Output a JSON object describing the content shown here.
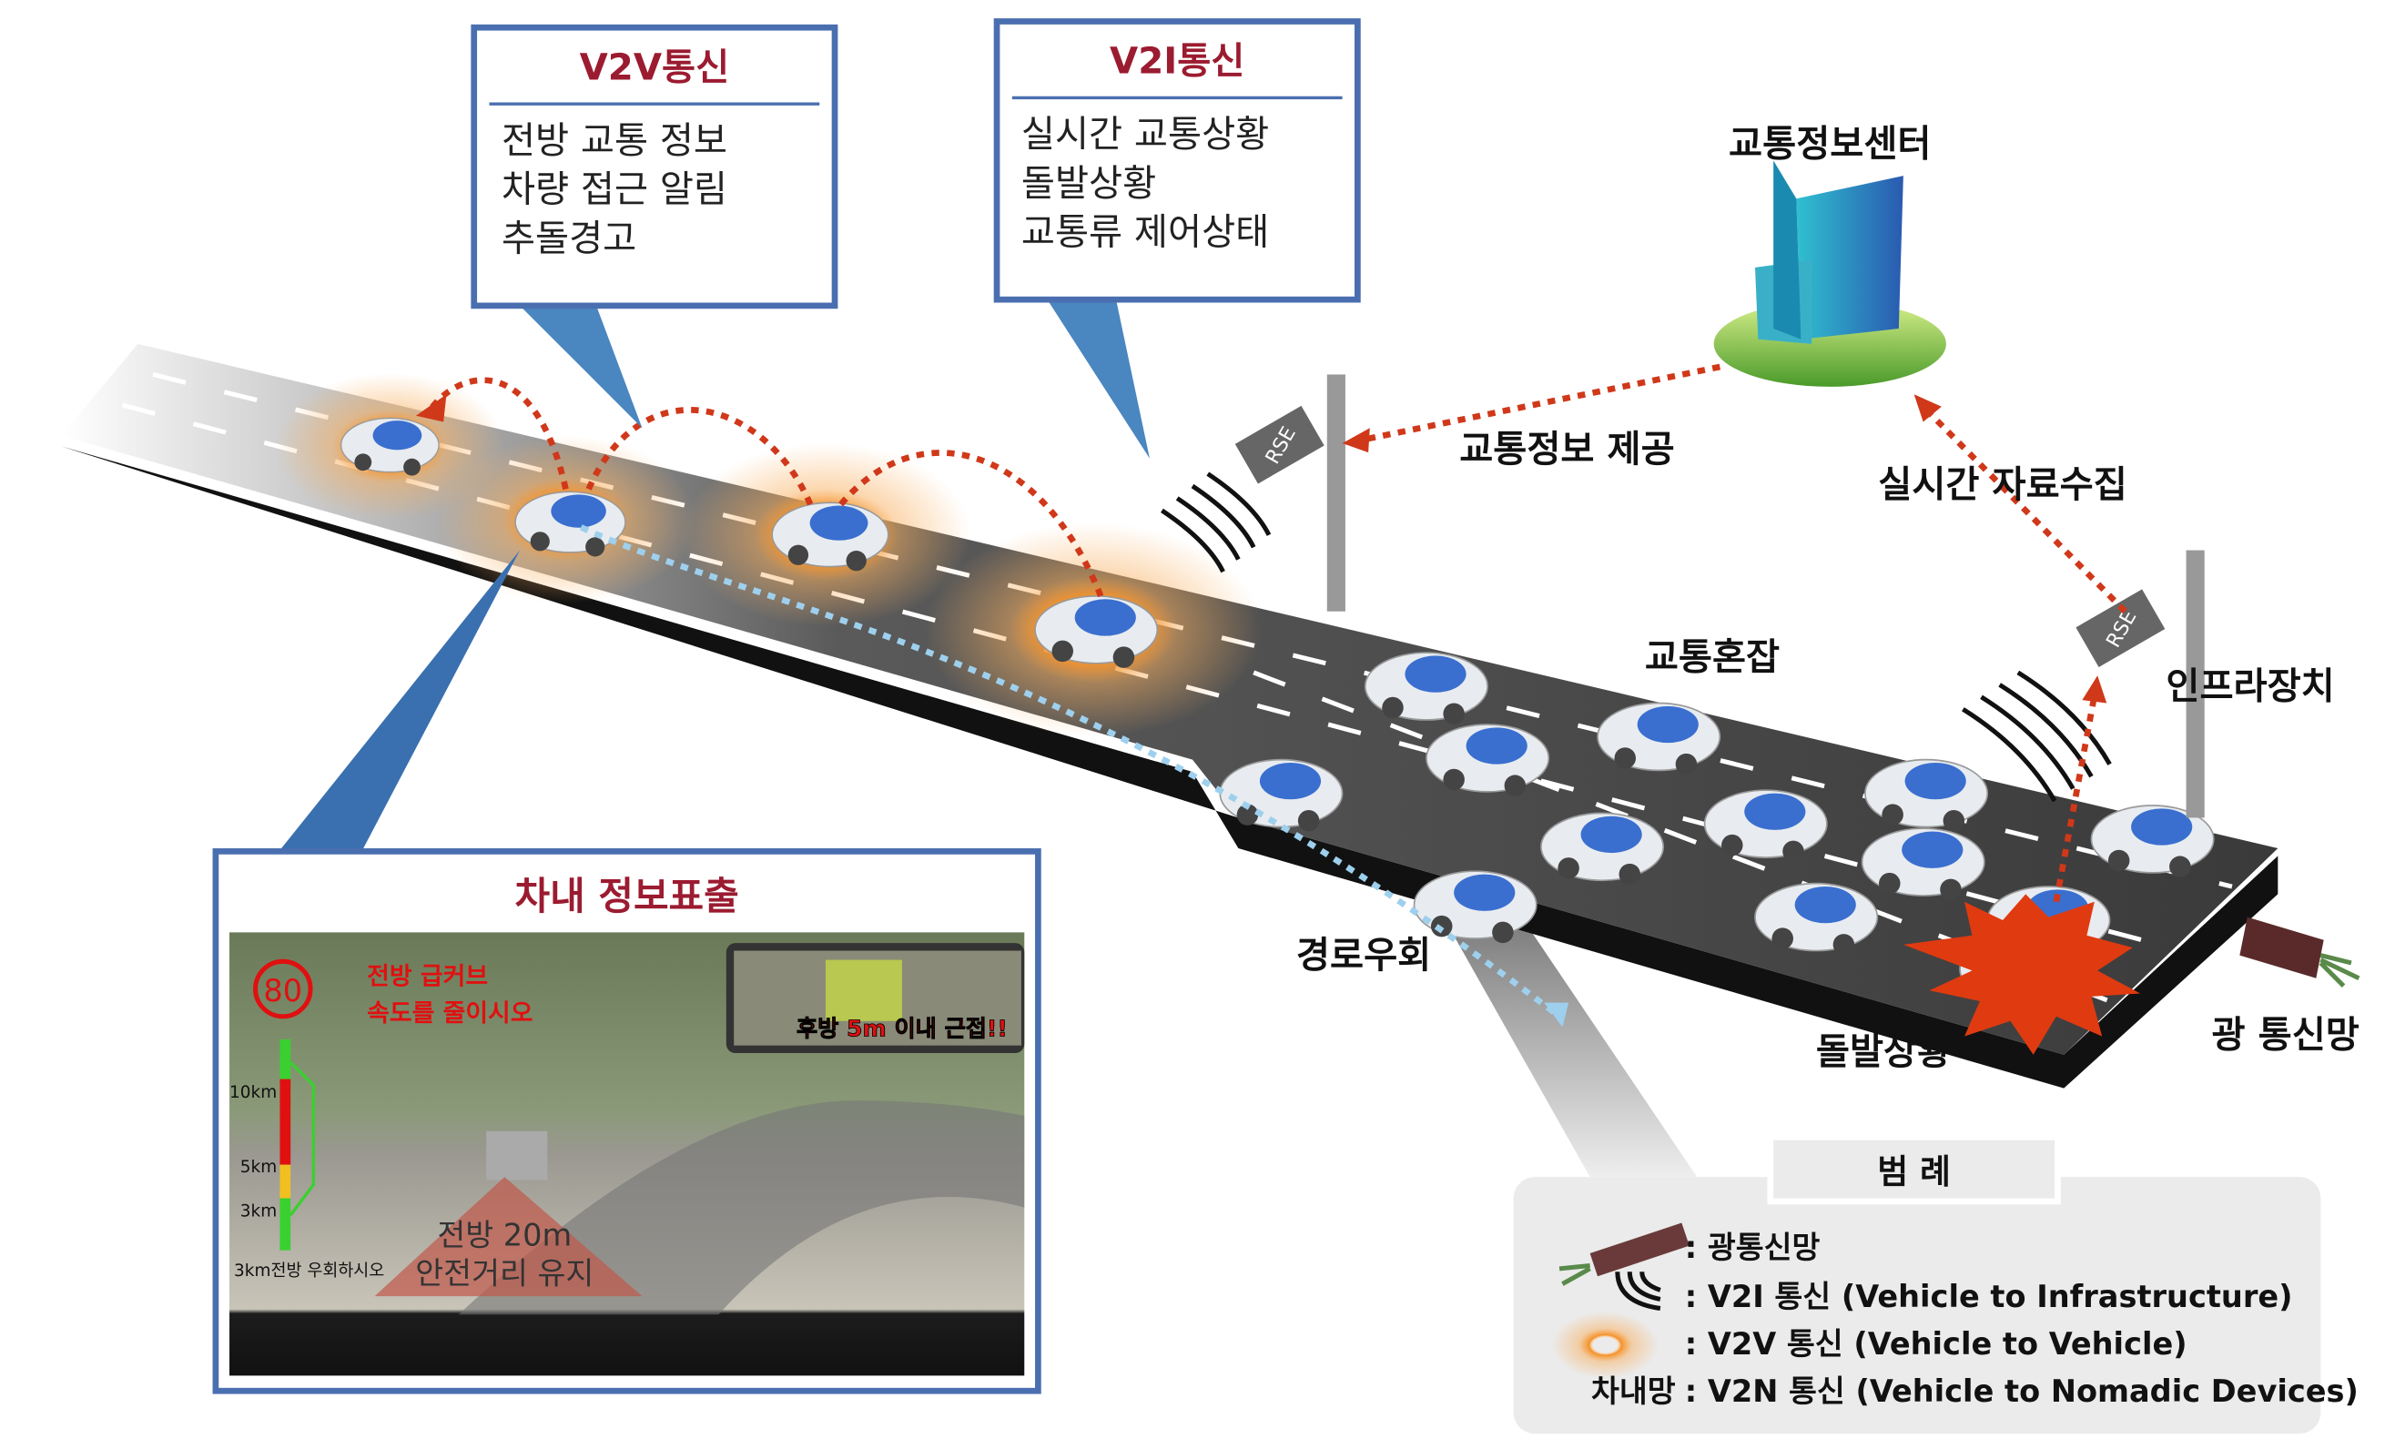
{
  "callouts": {
    "v2v": {
      "title": "V2V통신",
      "lines": [
        "전방 교통 정보",
        "차량 접근 알림",
        "추돌경고"
      ]
    },
    "v2i": {
      "title": "V2I통신",
      "lines": [
        "실시간 교통상황",
        "돌발상황",
        "교통류 제어상태"
      ]
    }
  },
  "labels": {
    "center": "교통정보센터",
    "provide": "교통정보 제공",
    "collect": "실시간 자료수집",
    "infra": "인프라장치",
    "congestion": "교통혼잡",
    "detour": "경로우회",
    "incident": "돌발상황",
    "fiber": "광 통신망",
    "rse": "RSE"
  },
  "panel": {
    "title": "차내 정보표출",
    "speed": "80",
    "warn1": "전방 급커브",
    "warn2": "속도를 줄이시오",
    "rear": "후방 5m 이내 근접!!",
    "km10": "10km",
    "km5": "5km",
    "km3": "3km",
    "detour": "3km전방 우회하시오",
    "dist1": "전방 20m",
    "dist2": "안전거리 유지"
  },
  "legend": {
    "title": "범  례",
    "items": [
      {
        "prefix": "",
        "text": ": 광통신망"
      },
      {
        "prefix": "",
        "text": ": V2I 통신 (Vehicle to Infrastructure)"
      },
      {
        "prefix": "",
        "text": ": V2V 통신 (Vehicle to Vehicle)"
      },
      {
        "prefix": "차내망",
        "text": ": V2N 통신 (Vehicle to Nomadic Devices)"
      }
    ]
  },
  "colors": {
    "accent": "#9b1b30",
    "arrow": "#d0381a",
    "ring": "#f5922a",
    "box_border": "#4a6fb0"
  }
}
